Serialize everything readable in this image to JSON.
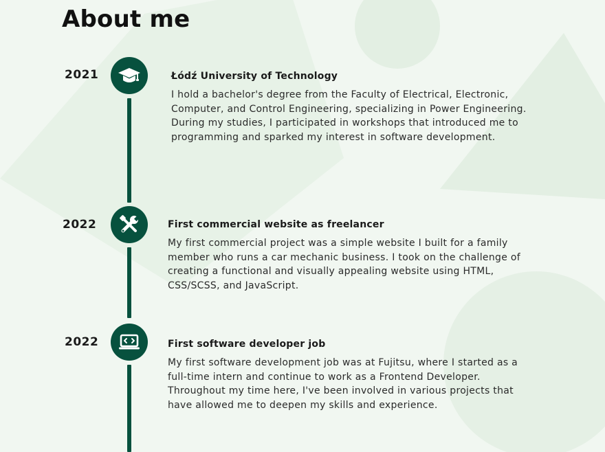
{
  "page": {
    "title": "About me"
  },
  "timeline": [
    {
      "year": "2021",
      "icon": "graduation-cap-icon",
      "title": "Łódź University of Technology",
      "description": "I hold a bachelor's degree from the Faculty of Electrical, Electronic, Computer, and Control Engineering, specializing in Power Engineering. During my studies, I participated in workshops that introduced me to programming and sparked my interest in software development."
    },
    {
      "year": "2022",
      "icon": "tools-icon",
      "title": "First commercial website as freelancer",
      "description": "My first commercial project was a simple website I built for a family member who runs a car mechanic business. I took on the challenge of creating a functional and visually appealing website using HTML, CSS/SCSS, and JavaScript."
    },
    {
      "year": "2022",
      "icon": "laptop-code-icon",
      "title": "First software developer job",
      "description": "My first software development job was at Fujitsu, where I started as a full-time intern and continue to work as a Frontend Developer. Throughout my time here, I've been involved in various projects that have allowed me to deepen my skills and experience."
    }
  ],
  "colors": {
    "accent": "#07513e",
    "background": "#f1f7f1",
    "decoration": "#e3efe3"
  }
}
